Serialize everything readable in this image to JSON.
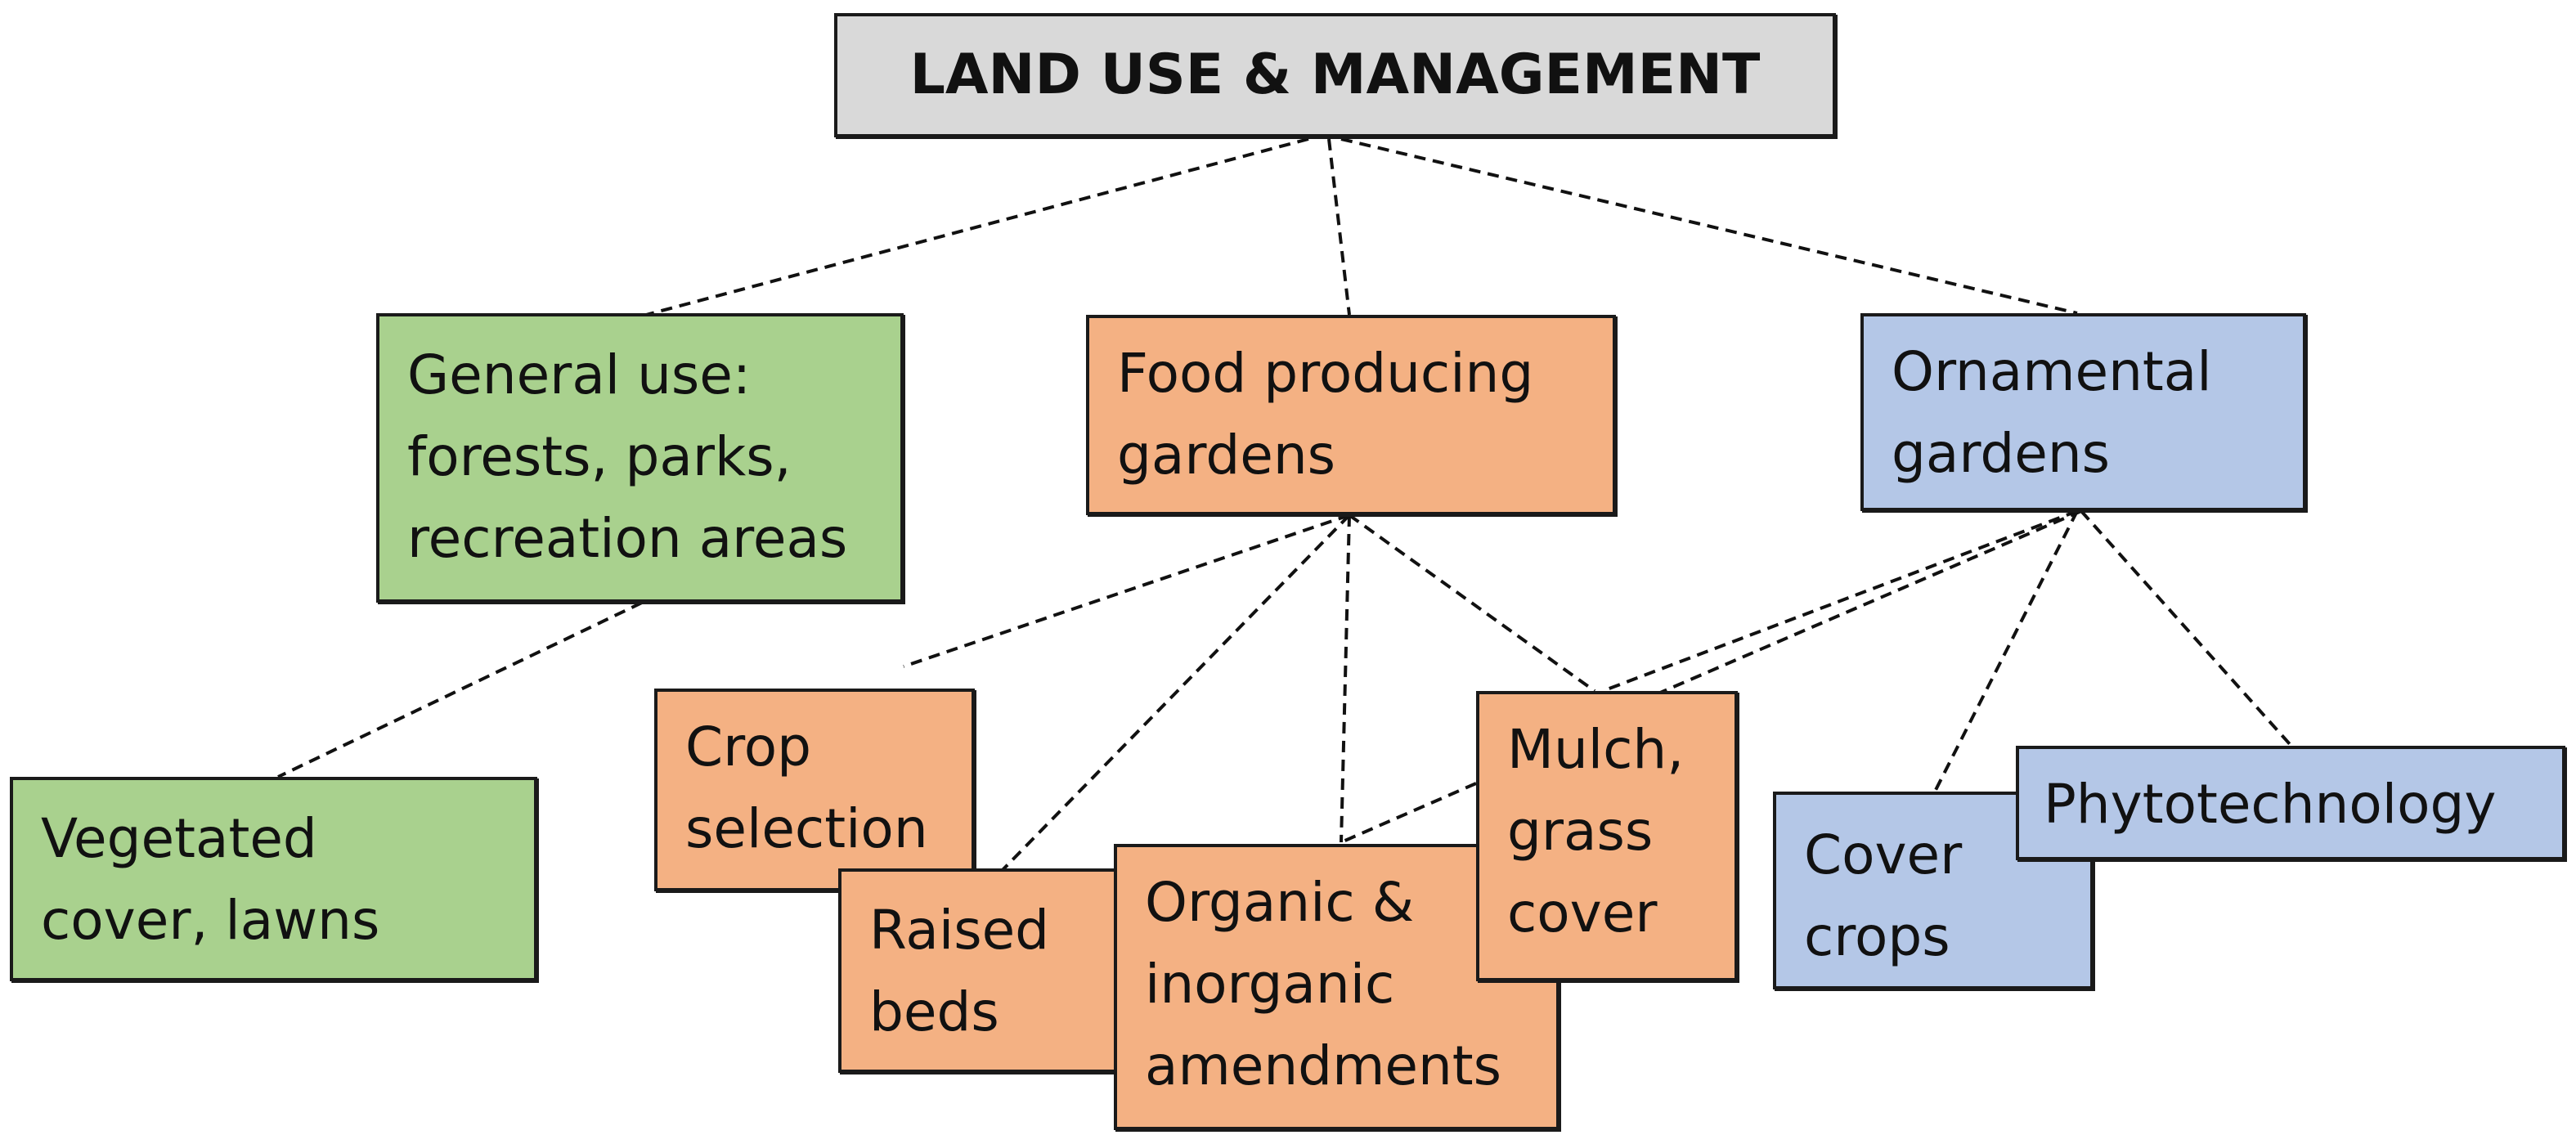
{
  "diagram": {
    "root": {
      "label": "LAND USE & MANAGEMENT"
    },
    "categories": {
      "general": {
        "label": "General use:\nforests, parks,\nrecreation areas",
        "color": "#a9d18e"
      },
      "food": {
        "label": "Food producing\ngardens",
        "color": "#f4b183"
      },
      "ornamental": {
        "label": "Ornamental\ngardens",
        "color": "#b4c7e7"
      }
    },
    "practices": {
      "vegetated": {
        "label": "Vegetated\ncover, lawns",
        "color": "#a9d18e"
      },
      "crop": {
        "label": "Crop\nselection",
        "color": "#f4b183"
      },
      "raised": {
        "label": "Raised\nbeds",
        "color": "#f4b183"
      },
      "amendments": {
        "label": "Organic &\ninorganic\namendments",
        "color": "#f4b183"
      },
      "mulch": {
        "label": "Mulch,\ngrass\ncover",
        "color": "#f4b183"
      },
      "cover": {
        "label": "Cover\ncrops",
        "color": "#b4c7e7"
      },
      "phyto": {
        "label": "Phytotechnology",
        "color": "#b4c7e7"
      }
    }
  }
}
